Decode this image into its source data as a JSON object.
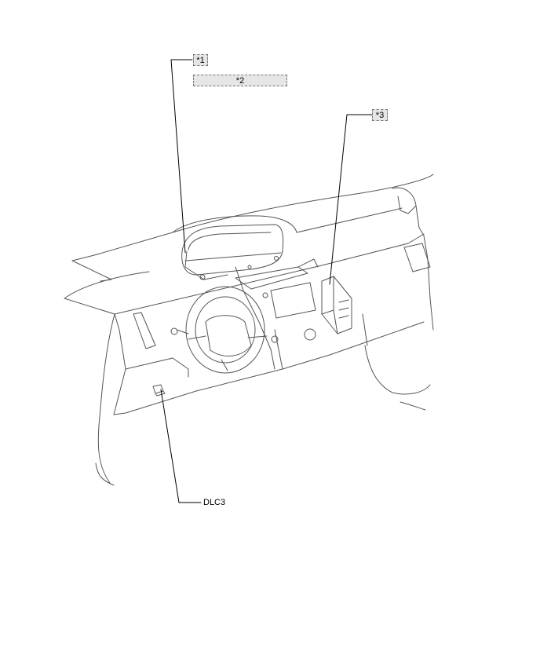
{
  "callouts": {
    "c1": "*1",
    "c2": "*2",
    "c3": "*3",
    "dlc": "DLC3"
  },
  "colors": {
    "line": "#000000",
    "sketch": "#555555",
    "callout_bg": "#e6e6e6"
  }
}
